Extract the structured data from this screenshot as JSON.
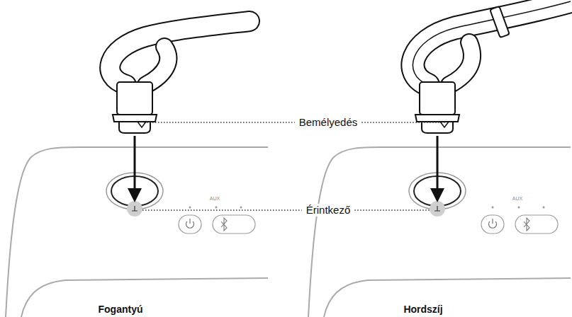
{
  "diagram": {
    "labels": [
      "Bemélyedés",
      "AUX",
      "AUX",
      "Érintkező",
      "Fogantyú",
      "Hordszíj"
    ]
  }
}
